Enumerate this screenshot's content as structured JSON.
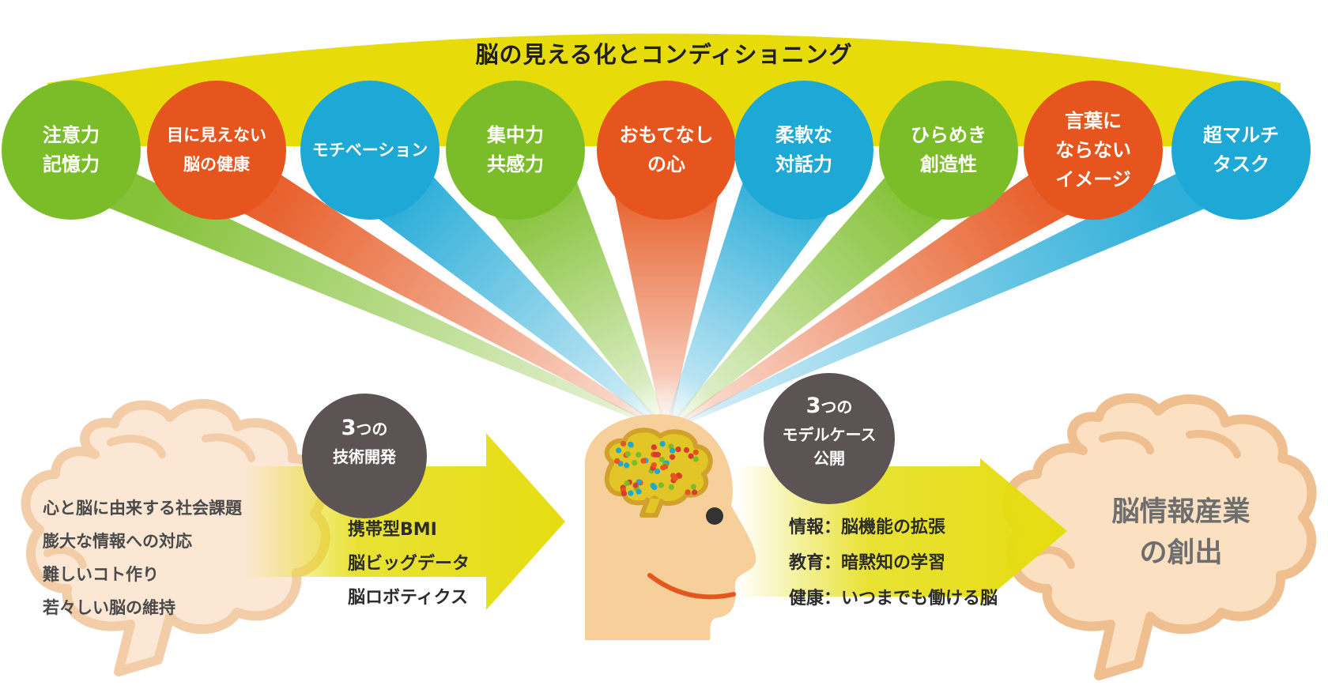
{
  "title": "脳の見える化とコンディショニング",
  "colors": {
    "banner": "#e7dc09",
    "green": "#7bbd28",
    "orange": "#e6551d",
    "blue": "#1ea8d6",
    "badge": "#5c5454",
    "arrow": "#e5dd10",
    "head": "#f6cf9a",
    "brain_fill": "#fbe7d3",
    "brain_stroke": "#f3cda8"
  },
  "circles": [
    {
      "color": "green",
      "lines": [
        "注意力",
        "記憶力"
      ]
    },
    {
      "color": "orange",
      "lines": [
        "目に見えない",
        "脳の健康"
      ]
    },
    {
      "color": "blue",
      "lines": [
        "モチベーション"
      ]
    },
    {
      "color": "green",
      "lines": [
        "集中力",
        "共感力"
      ]
    },
    {
      "color": "orange",
      "lines": [
        "おもてなし",
        "の心"
      ]
    },
    {
      "color": "blue",
      "lines": [
        "柔軟な",
        "対話力"
      ]
    },
    {
      "color": "green",
      "lines": [
        "ひらめき",
        "創造性"
      ]
    },
    {
      "color": "orange",
      "lines": [
        "言葉に",
        "ならない",
        "イメージ"
      ]
    },
    {
      "color": "blue",
      "lines": [
        "超マルチ",
        "タスク"
      ]
    }
  ],
  "challenges": [
    "心と脳に由来する社会課題",
    "膨大な情報への対応",
    "難しいコト作り",
    "若々しい脳の維持"
  ],
  "badge_tech": {
    "number": "3",
    "suffix": "つの",
    "line": "技術開発"
  },
  "techs": [
    "携帯型BMI",
    "脳ビッグデータ",
    "脳ロボティクス"
  ],
  "badge_model": {
    "number": "3",
    "suffix": "つの",
    "lines": [
      "モデルケース",
      "公開"
    ]
  },
  "models": [
    "情報：脳機能の拡張",
    "教育：暗黙知の学習",
    "健康：いつまでも働ける脳"
  ],
  "result": [
    "脳情報産業",
    "の創出"
  ]
}
